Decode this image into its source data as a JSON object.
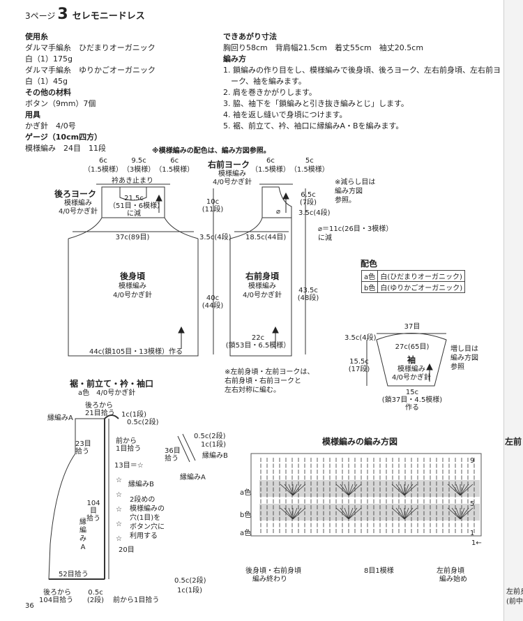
{
  "header": {
    "page_label": "3ページ",
    "number": "3",
    "title": "セレモニードレス"
  },
  "materials": [
    {
      "text": "使用糸",
      "bold": true
    },
    {
      "text": "ダルマ手編糸　ひだまりオーガニック",
      "bold": false
    },
    {
      "text": "白（1）175g",
      "bold": false
    },
    {
      "text": "ダルマ手編糸　ゆりかごオーガニック",
      "bold": false
    },
    {
      "text": "白（1）45g",
      "bold": false
    },
    {
      "text": "その他の材料",
      "bold": true
    },
    {
      "text": "ボタン（9mm）7個",
      "bold": false
    },
    {
      "text": "用具",
      "bold": true
    },
    {
      "text": "かぎ針　4/0号",
      "bold": false
    },
    {
      "text": "ゲージ（10cm四方）",
      "bold": true
    },
    {
      "text": "模様編み　24目　11段",
      "bold": false
    }
  ],
  "finished": {
    "heading": "できあがり寸法",
    "size": "胸回り58cm　背肩幅21.5cm　着丈55cm　袖丈20.5cm",
    "method_heading": "編み方",
    "steps": [
      "1. 鎖編みの作り目をし、模様編みで後身頃、後ろヨーク、左右前身頃、左右前ヨ",
      "　ーク、袖を編みます。",
      "2. 肩を巻きかがりします。",
      "3. 脇、袖下を「鎖編みと引き抜き編みとじ」します。",
      "4. 袖を返し縫いで身頃につけます。",
      "5. 裾、前立て、衿、袖口に縁編みA・Bを編みます。"
    ]
  },
  "color_note": "※模様編みの配色は、編み方図参照。",
  "back_yoke": {
    "top_dims": [
      {
        "v": "6c",
        "s": "（1.5模様）"
      },
      {
        "v": "9.5c",
        "s": "（3模様）"
      },
      {
        "v": "6c",
        "s": "（1.5模様）"
      }
    ],
    "neck": "衿あき止まり",
    "title": "後ろヨーク",
    "pattern": "模様編み",
    "hook": "4/0号かぎ針",
    "width": "21.5c",
    "width_sub": "（51目・6模様）",
    "reduce": "に減"
  },
  "back_body": {
    "top": "37c(89目)",
    "title": "後身頃",
    "pattern": "模様編み",
    "hook": "4/0号かぎ針",
    "bottom": "44c(鎖105目・13模様）作る"
  },
  "center_dims": [
    {
      "id": "h10",
      "v": "10c",
      "s": "(11段)"
    },
    {
      "id": "h35",
      "v": "3.5c(4段)",
      "s": ""
    },
    {
      "id": "h40",
      "v": "40c",
      "s": "(44段)"
    }
  ],
  "front_yoke": {
    "title": "右前ヨーク",
    "pattern": "模様編み",
    "hook": "4/0号かぎ針",
    "top_dims": [
      {
        "v": "6c",
        "s": "（1.5模様）"
      },
      {
        "v": "5c",
        "s": "（1.5模様）"
      }
    ],
    "side": "6.5c",
    "side_sub": "(7段)",
    "side2": "3.5c(4段)",
    "mark": "⌀"
  },
  "reduce_note": [
    "※減らし目は",
    "編み方図",
    "参照。"
  ],
  "reduce_formula": [
    "⌀＝11c(26目・3模様）",
    "に減"
  ],
  "front_body": {
    "top": "18.5c(44目)",
    "title": "右前身頃",
    "pattern": "模様編み",
    "hook": "4/0号かぎ針",
    "bottom": "22c",
    "bottom_sub": "(鎖53目・6.5模様）",
    "right": "43.5c",
    "right_sub": "(48段)"
  },
  "mirror_note": [
    "※左前身頃・左前ヨークは、",
    "右前身頃・右前ヨークと",
    "左右対称に編む。"
  ],
  "color_table": {
    "heading": "配色",
    "rows": [
      {
        "k": "a色",
        "v": "白(ひだまりオーガニック)"
      },
      {
        "k": "b色",
        "v": "白(ゆりかごオーガニック)"
      }
    ]
  },
  "sleeve": {
    "top": "37目",
    "left": "3.5c(4段)",
    "width": "27c(65目)",
    "height": "15.5c",
    "height_sub": "(17段)",
    "title": "袖",
    "pattern": "模様編み",
    "hook": "4/0号かぎ針",
    "bottom": "15c",
    "bottom_sub": "(鎖37目・4.5模様)",
    "bottom_sub2": "作る",
    "note": [
      "増し目は",
      "編み方図",
      "参照"
    ]
  },
  "edging": {
    "title": "裾・前立て・衿・袖口",
    "subtitle": "a色　4/0号かぎ針",
    "labels": {
      "ushiro21": "後ろから",
      "ushiro21b": "21目拾う",
      "edgeA1": "縁編みA",
      "r1c": "1c(1段)",
      "r05": "0.5c(2段)",
      "maekara": "前から",
      "maekara2": "1目拾う",
      "s23": "23目",
      "s23b": "拾う",
      "s13": "13目＝☆",
      "edgeB1": "縁編みB",
      "s104": "104",
      "s104b": "目",
      "s104c": "拾う",
      "leftA": "縁",
      "leftA2": "編",
      "leftA3": "み",
      "leftA4": "A",
      "hole": [
        "2段めの",
        "模様編みの",
        "穴(1目)を",
        "ボタン穴に",
        "利用する"
      ],
      "s20": "20目",
      "s52": "52目拾う",
      "back104": "後ろから",
      "back104b": "104目拾う",
      "b05": "0.5c",
      "b05b": "(2段)",
      "front1": "前から1目拾う",
      "r05b": "0.5c(2段)",
      "r1cb": "1c(1段)",
      "sl05": "0.5c(2段)",
      "sl1": "1c(1段)",
      "s36": "36目",
      "s36b": "拾う",
      "slB": "縁編みB",
      "slA": "縁編みA",
      "star": "☆"
    }
  },
  "chart": {
    "title": "模様編みの編み方図",
    "rows": [
      "9",
      "5",
      "1"
    ],
    "row_colors": [
      "a色",
      "b色",
      "a色"
    ],
    "end_label": [
      "後身頃・右前身頃",
      "編み終わり"
    ],
    "repeat": "8目1模様",
    "start_label": [
      "左前身頃",
      "編み始め"
    ],
    "arrow": "1←"
  },
  "right_page": {
    "label": "左前",
    "note1": "左前身",
    "note2": "(前中"
  },
  "page_number": "36"
}
